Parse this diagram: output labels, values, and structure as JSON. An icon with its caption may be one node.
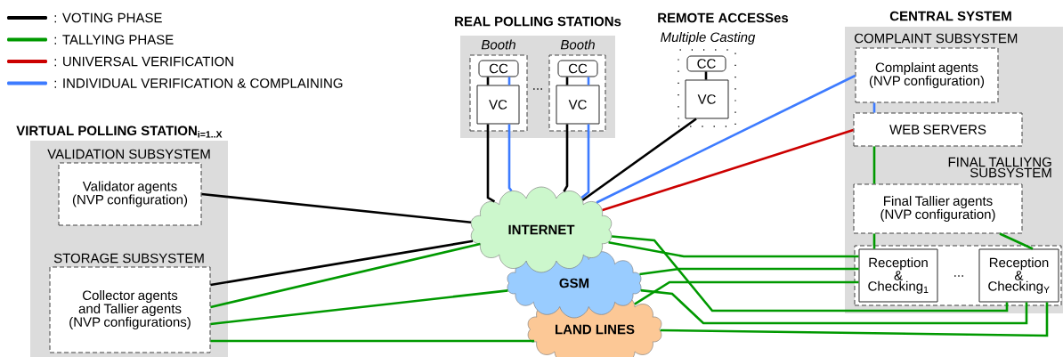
{
  "diagram": {
    "nodes": [
      {
        "text": [
          "VIRTUAL POLLING STATION$_{i=1..X}$"
        ]
      },
      {
        "text": [
          "VALIDATION SUBSYSTEM",
          "Validator agents (NVP configuration)"
        ],
        "in": 0
      },
      {
        "text": [
          "STORAGE SUBSYSTEM",
          "Collector agents and Tallier agents (NVP configurations)"
        ],
        "in": 0
      },
      {
        "text": [
          "REAL POLLING STATIONs"
        ]
      },
      {
        "text": [
          "Booth"
        ],
        "in": 3
      },
      {
        "text": [
          "CC"
        ],
        "in": 4
      },
      {
        "text": [
          "VC"
        ],
        "in": 4
      },
      {
        "text": [
          "Booth"
        ],
        "in": 3
      },
      {
        "text": [
          "CC"
        ],
        "in": 7
      },
      {
        "text": [
          "VC"
        ],
        "in": 7
      },
      {
        "text": [
          "REMOTE ACCESSes",
          "Multiple Casting"
        ]
      },
      {
        "text": [
          "CC"
        ],
        "in": 10
      },
      {
        "text": [
          "VC"
        ],
        "in": 10
      },
      {
        "text": [
          "CENTRAL SYSTEM"
        ]
      },
      {
        "text": [
          "COMPLAINT SUBSYSTEM",
          "Complaint agents (NVP configuration)"
        ],
        "in": 13
      },
      {
        "text": [
          "WEB SERVERS"
        ],
        "in": 13
      },
      {
        "text": [
          "FINAL TALLIYNG SUBSYSTEM",
          "Final Tallier agents (NVP configuration)"
        ],
        "in": 13
      },
      {
        "text": [],
        "shape": "box",
        "in": 13
      },
      {
        "text": [
          "Reception & Checking$_{1}$"
        ],
        "in": 17
      },
      {
        "text": [
          "Reception & Checking$_{Y}$"
        ],
        "in": 17
      },
      {
        "text": [
          "INTERNET"
        ]
      },
      {
        "text": [
          "GSM"
        ]
      },
      {
        "text": [
          "LAND LINES"
        ]
      }
    ],
    "edges": [
      {
        "from": 1,
        "to": 20,
        "arrow": "none",
        "color": "#000000"
      },
      {
        "from": 2,
        "to": 20,
        "arrow": "none",
        "color": "#000000"
      },
      {
        "from": 2,
        "to": 20,
        "arrow": "none"
      },
      {
        "from": 2,
        "to": 21,
        "arrow": "none"
      },
      {
        "from": 2,
        "to": 22,
        "arrow": "none"
      },
      {
        "from": 5,
        "to": 6,
        "arrow": "none",
        "color": "#000000"
      },
      {
        "from": 5,
        "to": 6,
        "arrow": "none",
        "color": "#3d7bff"
      },
      {
        "from": 6,
        "to": 20,
        "arrow": "none",
        "color": "#000000"
      },
      {
        "from": 6,
        "to": 20,
        "arrow": "none",
        "color": "#3d7bff"
      },
      {
        "from": 8,
        "to": 9,
        "arrow": "none",
        "color": "#000000"
      },
      {
        "from": 8,
        "to": 9,
        "arrow": "none",
        "color": "#3d7bff"
      },
      {
        "from": 9,
        "to": 20,
        "arrow": "none",
        "color": "#000000"
      },
      {
        "from": 9,
        "to": 20,
        "arrow": "none",
        "color": "#3d7bff"
      },
      {
        "from": 11,
        "to": 12,
        "arrow": "none",
        "color": "#000000"
      },
      {
        "from": 12,
        "to": 20,
        "arrow": "none",
        "color": "#000000"
      },
      {
        "from": 20,
        "to": 14,
        "arrow": "none",
        "color": "#3d7bff"
      },
      {
        "from": 20,
        "to": 15,
        "arrow": "none",
        "color": "#cc0000"
      },
      {
        "from": 14,
        "to": 15,
        "arrow": "none",
        "color": "#3d7bff"
      },
      {
        "from": 15,
        "to": 16,
        "arrow": "none"
      },
      {
        "from": 16,
        "to": 18,
        "arrow": "none"
      },
      {
        "from": 16,
        "to": 19,
        "arrow": "none"
      },
      {
        "from": 20,
        "to": 18,
        "arrow": "none"
      },
      {
        "from": 21,
        "to": 18,
        "arrow": "none"
      },
      {
        "from": 22,
        "to": 18,
        "arrow": "none"
      },
      {
        "from": 20,
        "to": 19,
        "arrow": "none"
      },
      {
        "from": 21,
        "to": 19,
        "arrow": "none"
      },
      {
        "from": 22,
        "to": 19,
        "arrow": "none"
      }
    ],
    "labels": [
      "...",
      "..."
    ],
    "legend": [
      {
        "text": ": VOTING PHASE",
        "color": "#000000"
      },
      {
        "text": ": TALLYING PHASE",
        "color": "#009900"
      },
      {
        "text": ": UNIVERSAL VERIFICATION",
        "color": "#cc0000"
      },
      {
        "text": ": INDIVIDUAL VERIFICATION & COMPLAINING",
        "color": "#3d7bff"
      }
    ]
  }
}
